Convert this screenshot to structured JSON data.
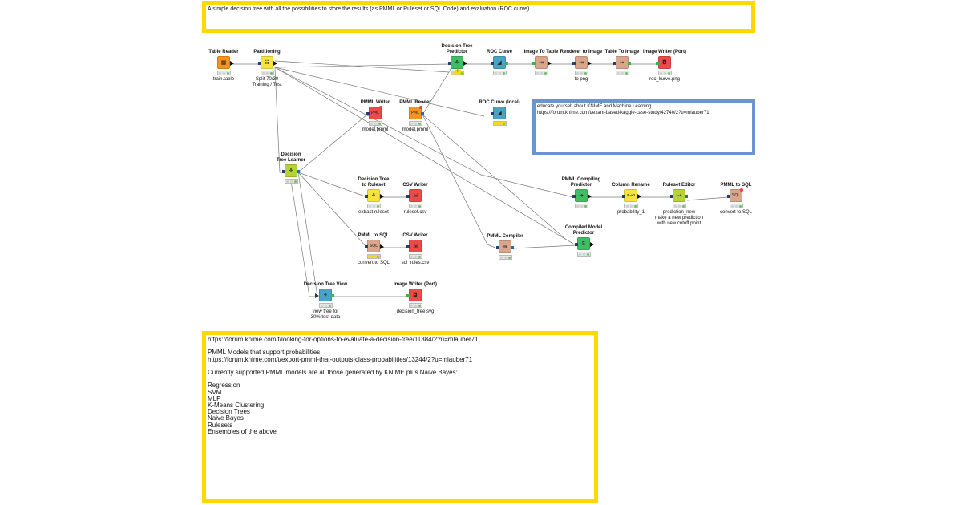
{
  "annotations": {
    "top": "A simple decision tree with all the possibilities to store the results (as PMML or Ruleset or SQL Code) and evaluation (ROC curve)",
    "education": "educate yourself about KNIME and Machine Learning\nhttps://forum.knime.com/t/exam-based-kaggle-case-study/42740/2?u=mlauber71",
    "bottom": "https://forum.knime.com/t/looking-for-options-to-evaluate-a-decision-tree/11384/2?u=mlauber71\n\nPMML Models that support probabilities\nhttps://forum.knime.com/t/export-pmml-that-outputs-class-probabilities/13244/2?u=mlauber71\n\nCurrently supported PMML models are all those generated by KNIME plus Naive Bayes:\n\nRegression\nSVM\nMLP\nK-Means Clustering\nDecision Trees\nNaive Bayes\nRulesets\nEnsembles of the above"
  },
  "colors": {
    "annotation_yellow": "#ffd800",
    "annotation_blue": "#6b95cb",
    "source": "#f7931e",
    "manipulator": "#f6e33d",
    "learner": "#b5d334",
    "predictor": "#3fbf63",
    "visualizer": "#4aa3c3",
    "writer": "#ef4a4a",
    "other": "#d9a58b"
  },
  "nodes": [
    {
      "id": "table-reader",
      "title": "Table Reader",
      "label": "train.table",
      "icon": "table-icon",
      "glyph": "▦",
      "category": "source"
    },
    {
      "id": "partitioning",
      "title": "Partitioning",
      "label": "Split 70/30\nTraining / Test",
      "icon": "partition-icon",
      "glyph": "☷",
      "category": "manipulator"
    },
    {
      "id": "dt-predictor",
      "title": "Decision Tree\nPredictor",
      "label": "",
      "icon": "tree-predictor-icon",
      "glyph": "⚘",
      "category": "predictor",
      "warning": "!"
    },
    {
      "id": "roc-curve",
      "title": "ROC Curve",
      "label": "",
      "icon": "roc-curve-icon",
      "glyph": "◢",
      "category": "visualizer"
    },
    {
      "id": "image-to-table",
      "title": "Image To Table",
      "label": "",
      "icon": "image-to-table-icon",
      "glyph": "⇥",
      "category": "other"
    },
    {
      "id": "renderer-to-image",
      "title": "Renderer to Image",
      "label": "to png",
      "icon": "renderer-icon",
      "glyph": "⇥",
      "category": "other"
    },
    {
      "id": "table-to-image",
      "title": "Table To Image",
      "label": "",
      "icon": "table-to-image-icon",
      "glyph": "⇥",
      "category": "other"
    },
    {
      "id": "image-writer-roc",
      "title": "Image Writer (Port)",
      "label": "roc_kurve.png",
      "icon": "image-writer-icon",
      "glyph": "◘",
      "category": "writer"
    },
    {
      "id": "pmml-writer",
      "title": "PMML Writer",
      "label": "model.pmml",
      "icon": "pmml-writer-icon",
      "glyph": "PML",
      "category": "writer"
    },
    {
      "id": "pmml-reader",
      "title": "PMML Reader",
      "label": "model.pmml",
      "icon": "pmml-reader-icon",
      "glyph": "PML",
      "category": "source"
    },
    {
      "id": "roc-curve-local",
      "title": "ROC Curve (local)",
      "label": "",
      "icon": "roc-curve-icon",
      "glyph": "◢",
      "category": "visualizer"
    },
    {
      "id": "dt-learner",
      "title": "Decision\nTree Learner",
      "label": "",
      "icon": "tree-learner-icon",
      "glyph": "⚘",
      "category": "learner"
    },
    {
      "id": "dt-to-ruleset",
      "title": "Decision Tree\nto Ruleset",
      "label": "extract ruleset",
      "icon": "ruleset-icon",
      "glyph": "⚘",
      "category": "manipulator"
    },
    {
      "id": "csv-writer-1",
      "title": "CSV Writer",
      "label": "ruleset.csv",
      "icon": "csv-writer-icon",
      "glyph": "⇲",
      "category": "writer"
    },
    {
      "id": "pmml-to-sql-1",
      "title": "PMML to SQL",
      "label": "convert to SQL",
      "icon": "sql-icon",
      "glyph": "SQL",
      "category": "other"
    },
    {
      "id": "csv-writer-2",
      "title": "CSV Writer",
      "label": "sql_rules.csv",
      "icon": "csv-writer-icon",
      "glyph": "⇲",
      "category": "writer"
    },
    {
      "id": "dt-view",
      "title": "Decision Tree View",
      "label": "view tree for\n30% test data",
      "icon": "tree-view-icon",
      "glyph": "⚘",
      "category": "visualizer"
    },
    {
      "id": "image-writer-tree",
      "title": "Image Writer (Port)",
      "label": "decision_tree.svg",
      "icon": "image-writer-icon",
      "glyph": "◘",
      "category": "writer"
    },
    {
      "id": "pmml-compiler",
      "title": "PMML Compiler",
      "label": "",
      "icon": "compiler-icon",
      "glyph": "⇛",
      "category": "other"
    },
    {
      "id": "compiled-model-predictor",
      "title": "Compiled Model\nPredictor",
      "label": "",
      "icon": "compiled-predictor-icon",
      "glyph": "S",
      "category": "predictor"
    },
    {
      "id": "pmml-compiling-predictor",
      "title": "PMML Compiling\nPredictor",
      "label": "",
      "icon": "compiling-predictor-icon",
      "glyph": "➔",
      "category": "predictor"
    },
    {
      "id": "column-rename",
      "title": "Column Rename",
      "label": "probability_1",
      "icon": "rename-icon",
      "glyph": "a→b",
      "category": "manipulator"
    },
    {
      "id": "ruleset-editor",
      "title": "Ruleset Editor",
      "label": "prediction_new\nmake a new prediction\nwith new cutoff point",
      "icon": "ruleset-editor-icon",
      "glyph": "⇢",
      "category": "learner"
    },
    {
      "id": "pmml-to-sql-2",
      "title": "PMML to SQL",
      "label": "convert to SQL",
      "icon": "sql-icon",
      "glyph": "SQL",
      "category": "other"
    }
  ]
}
